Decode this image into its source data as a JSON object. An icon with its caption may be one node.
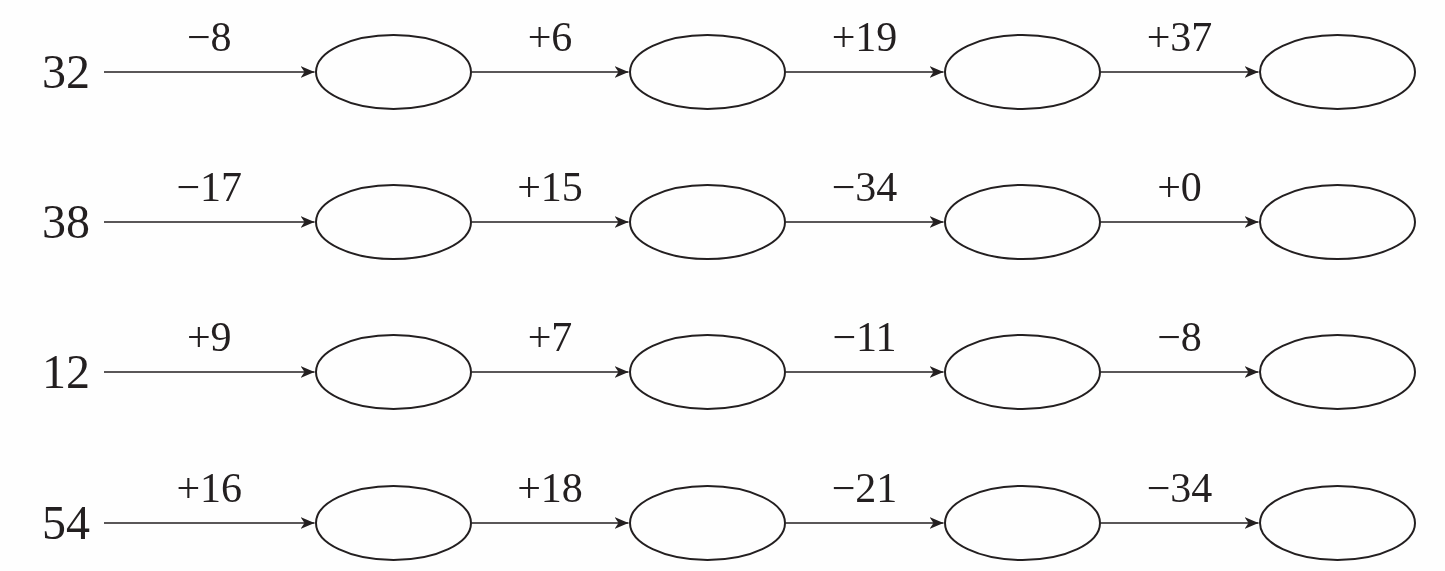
{
  "diagram": {
    "nodes": [
      {
        "text": [
          "32"
        ]
      },
      {
        "text": [],
        "shape": "ellipse"
      },
      {
        "text": [],
        "shape": "ellipse"
      },
      {
        "text": [],
        "shape": "ellipse"
      },
      {
        "text": [],
        "shape": "ellipse"
      },
      {
        "text": [
          "38"
        ]
      },
      {
        "text": [],
        "shape": "ellipse"
      },
      {
        "text": [],
        "shape": "ellipse"
      },
      {
        "text": [],
        "shape": "ellipse"
      },
      {
        "text": [],
        "shape": "ellipse"
      },
      {
        "text": [
          "12"
        ]
      },
      {
        "text": [],
        "shape": "ellipse"
      },
      {
        "text": [],
        "shape": "ellipse"
      },
      {
        "text": [],
        "shape": "ellipse"
      },
      {
        "text": [],
        "shape": "ellipse"
      },
      {
        "text": [
          "54"
        ]
      },
      {
        "text": [],
        "shape": "ellipse"
      },
      {
        "text": [],
        "shape": "ellipse"
      },
      {
        "text": [],
        "shape": "ellipse"
      },
      {
        "text": [],
        "shape": "ellipse"
      }
    ],
    "edges": [
      {
        "from": 0,
        "to": 1,
        "arrow": "to",
        "label": "−8"
      },
      {
        "from": 1,
        "to": 2,
        "arrow": "to",
        "label": "+6"
      },
      {
        "from": 2,
        "to": 3,
        "arrow": "to",
        "label": "+19"
      },
      {
        "from": 3,
        "to": 4,
        "arrow": "to",
        "label": "+37"
      },
      {
        "from": 5,
        "to": 6,
        "arrow": "to",
        "label": "−17"
      },
      {
        "from": 6,
        "to": 7,
        "arrow": "to",
        "label": "+15"
      },
      {
        "from": 7,
        "to": 8,
        "arrow": "to",
        "label": "−34"
      },
      {
        "from": 8,
        "to": 9,
        "arrow": "to",
        "label": "+0"
      },
      {
        "from": 10,
        "to": 11,
        "arrow": "to",
        "label": "+9"
      },
      {
        "from": 11,
        "to": 12,
        "arrow": "to",
        "label": "+7"
      },
      {
        "from": 12,
        "to": 13,
        "arrow": "to",
        "label": "−11"
      },
      {
        "from": 13,
        "to": 14,
        "arrow": "to",
        "label": "−8"
      },
      {
        "from": 15,
        "to": 16,
        "arrow": "to",
        "label": "+16"
      },
      {
        "from": 16,
        "to": 17,
        "arrow": "to",
        "label": "+18"
      },
      {
        "from": 17,
        "to": 18,
        "arrow": "to",
        "label": "−21"
      },
      {
        "from": 18,
        "to": 19,
        "arrow": "to",
        "label": "−34"
      }
    ]
  }
}
